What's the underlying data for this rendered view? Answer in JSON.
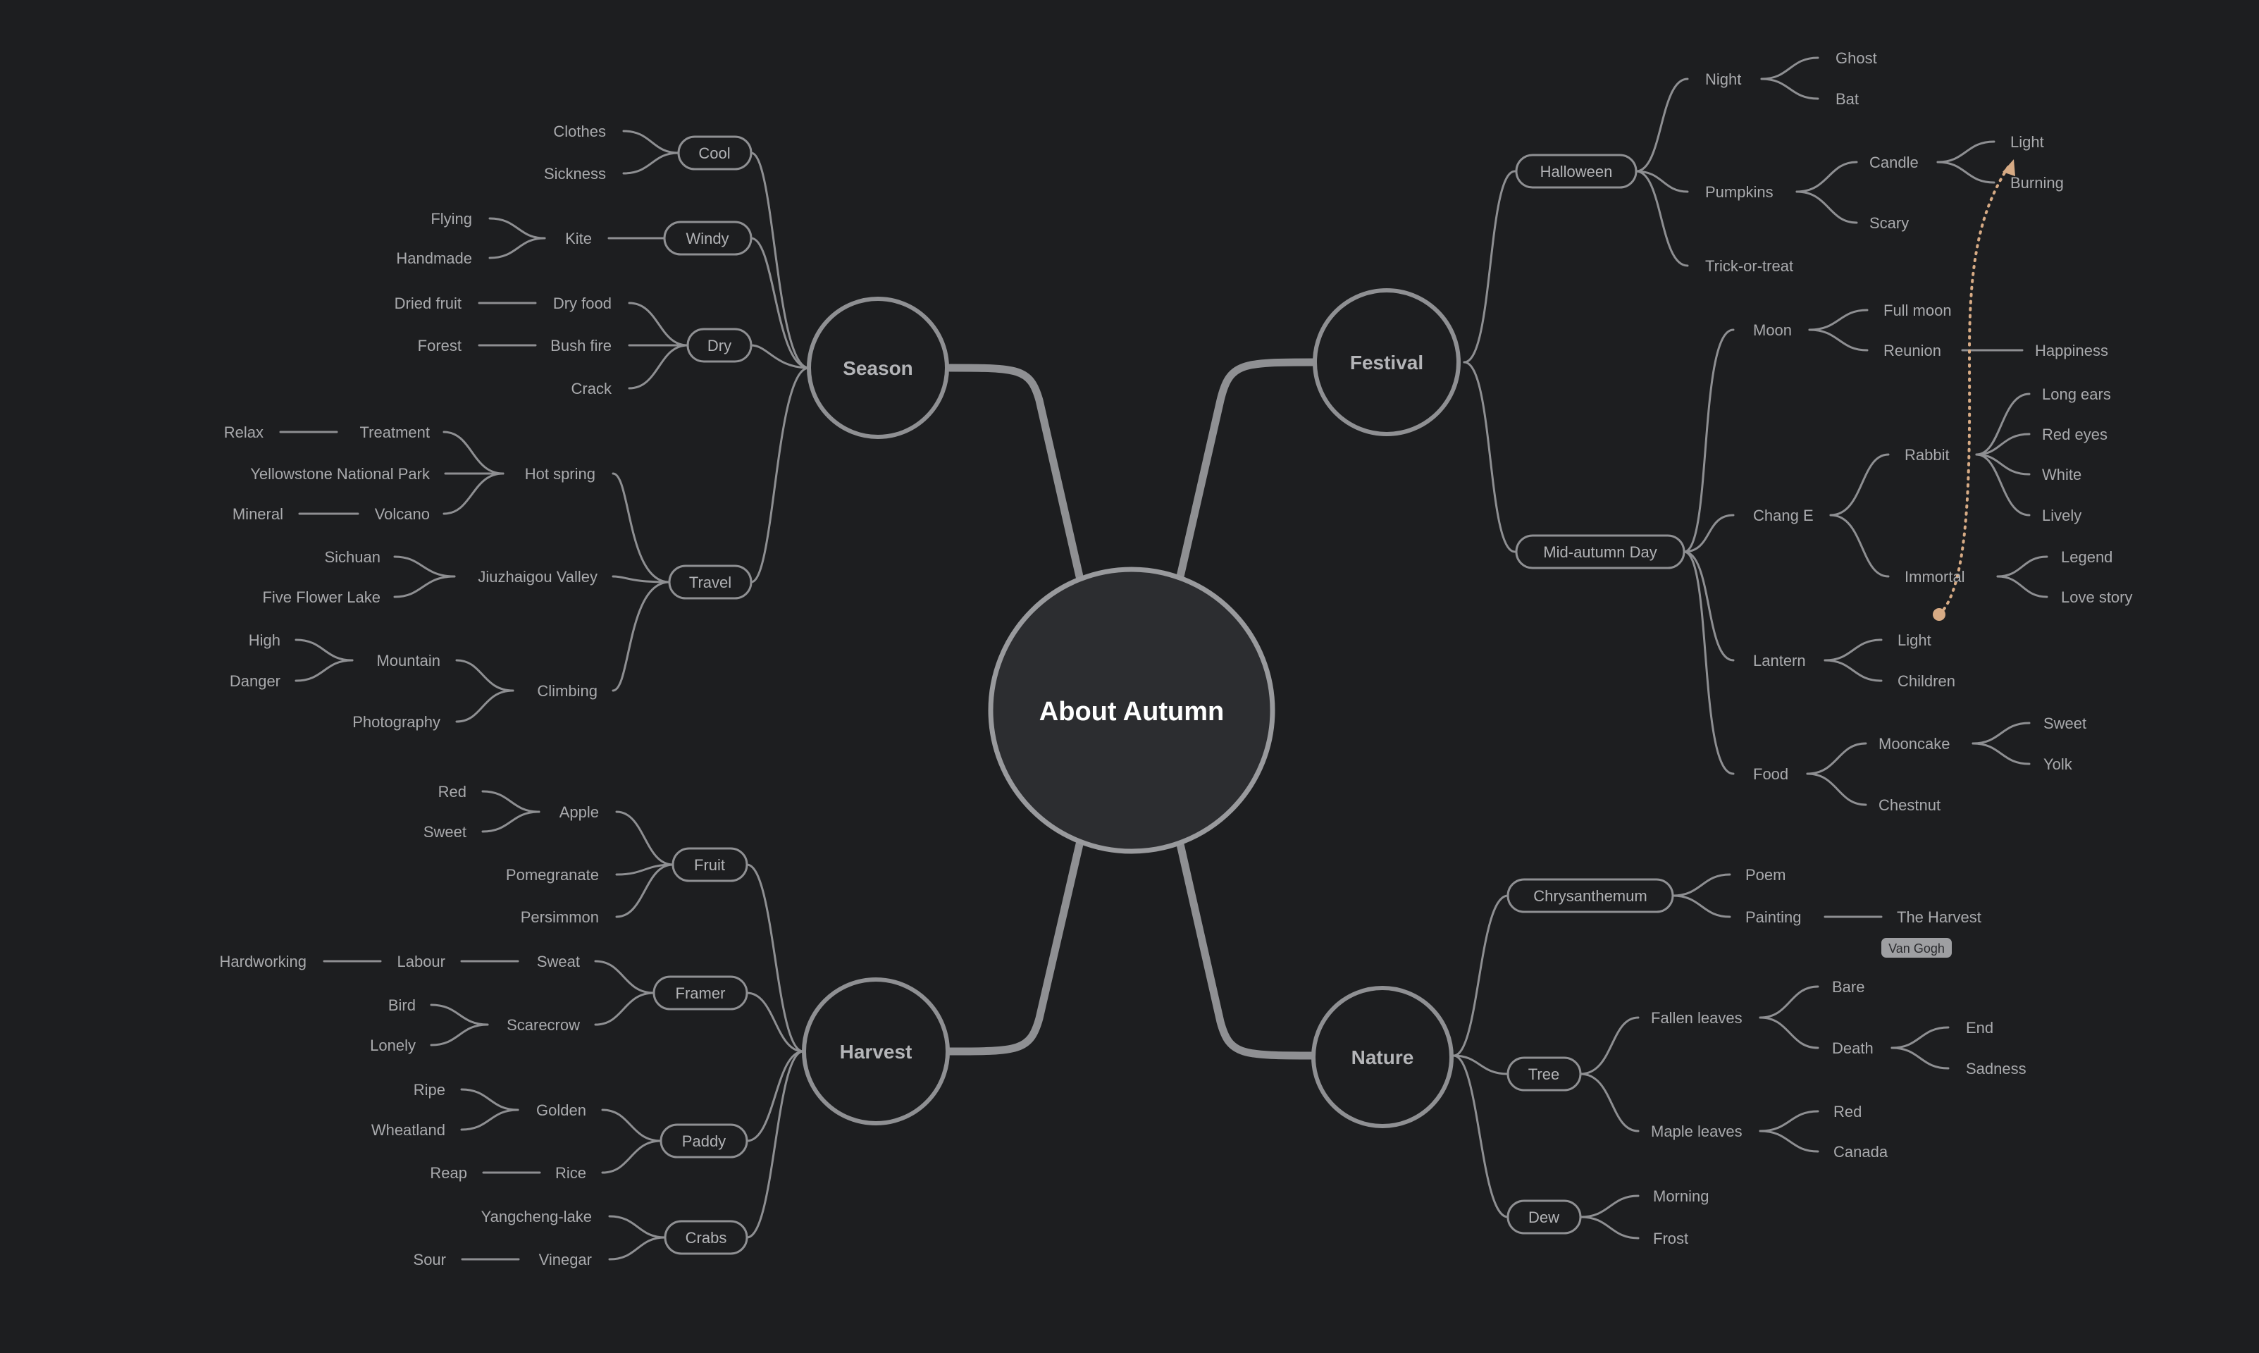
{
  "center": {
    "label": "About Autumn"
  },
  "mains": {
    "season": "Season",
    "festival": "Festival",
    "harvest": "Harvest",
    "nature": "Nature"
  },
  "pills": {
    "cool": "Cool",
    "windy": "Windy",
    "dry": "Dry",
    "travel": "Travel",
    "halloween": "Halloween",
    "midautumn": "Mid-autumn Day",
    "fruit": "Fruit",
    "framer": "Framer",
    "paddy": "Paddy",
    "crabs": "Crabs",
    "chrysanthemum": "Chrysanthemum",
    "tree": "Tree",
    "dew": "Dew"
  },
  "season": {
    "clothes": "Clothes",
    "sickness": "Sickness",
    "kite": "Kite",
    "flying": "Flying",
    "handmade": "Handmade",
    "dry_food": "Dry food",
    "dried_fruit": "Dried fruit",
    "bush_fire": "Bush fire",
    "forest": "Forest",
    "crack": "Crack",
    "hot_spring": "Hot spring",
    "treatment": "Treatment",
    "relax": "Relax",
    "yellowstone": "Yellowstone National Park",
    "volcano": "Volcano",
    "mineral": "Mineral",
    "jiuzhaigou": "Jiuzhaigou Valley",
    "sichuan": "Sichuan",
    "five_flower": "Five Flower Lake",
    "climbing": "Climbing",
    "mountain": "Mountain",
    "high": "High",
    "danger": "Danger",
    "photography": "Photography"
  },
  "festival": {
    "night": "Night",
    "ghost": "Ghost",
    "bat": "Bat",
    "pumpkins": "Pumpkins",
    "candle": "Candle",
    "light": "Light",
    "burning": "Burning",
    "scary": "Scary",
    "trick": "Trick-or-treat",
    "moon": "Moon",
    "full_moon": "Full moon",
    "reunion": "Reunion",
    "happiness": "Happiness",
    "chang_e": "Chang E",
    "rabbit": "Rabbit",
    "long_ears": "Long ears",
    "red_eyes": "Red eyes",
    "white": "White",
    "lively": "Lively",
    "immortal": "Immortal",
    "legend": "Legend",
    "love_story": "Love story",
    "lantern": "Lantern",
    "lantern_light": "Light",
    "children": "Children",
    "food": "Food",
    "mooncake": "Mooncake",
    "sweet": "Sweet",
    "yolk": "Yolk",
    "chestnut": "Chestnut"
  },
  "harvest": {
    "apple": "Apple",
    "red": "Red",
    "sweet": "Sweet",
    "pomegranate": "Pomegranate",
    "persimmon": "Persimmon",
    "sweat": "Sweat",
    "labour": "Labour",
    "hardworking": "Hardworking",
    "scarecrow": "Scarecrow",
    "bird": "Bird",
    "lonely": "Lonely",
    "golden": "Golden",
    "ripe": "Ripe",
    "wheatland": "Wheatland",
    "rice": "Rice",
    "reap": "Reap",
    "yangcheng": "Yangcheng-lake",
    "vinegar": "Vinegar",
    "sour": "Sour"
  },
  "nature": {
    "poem": "Poem",
    "painting": "Painting",
    "the_harvest": "The Harvest",
    "van_gogh": "Van Gogh",
    "fallen_leaves": "Fallen leaves",
    "bare": "Bare",
    "death": "Death",
    "end": "End",
    "sadness": "Sadness",
    "maple_leaves": "Maple leaves",
    "red": "Red",
    "canada": "Canada",
    "morning": "Morning",
    "frost": "Frost"
  },
  "colors": {
    "background": "#1d1e20",
    "relationship": "#d7ab85"
  }
}
